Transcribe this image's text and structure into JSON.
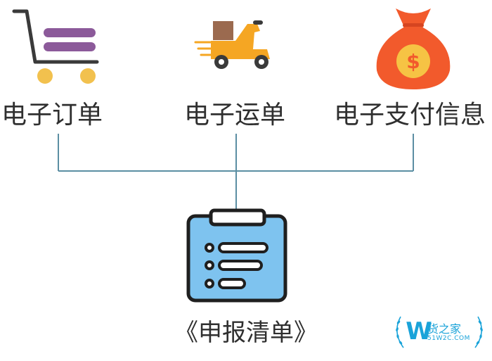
{
  "nodes": {
    "order": {
      "label": "电子订单"
    },
    "waybill": {
      "label": "电子运单"
    },
    "payment": {
      "label": "电子支付信息",
      "icon_symbol": "$"
    },
    "declaration": {
      "label": "《申报清单》"
    }
  },
  "watermark": {
    "logo_letter": "W",
    "name": "货之家",
    "site": "51W2C.COM"
  },
  "colors": {
    "line": "#5b8ea3",
    "cart_frame": "#3a3a3a",
    "cart_goods": "#8c5a9a",
    "cart_wheels": "#f2c14e",
    "scooter_body": "#f5a623",
    "scooter_box": "#9b6a4f",
    "bag": "#f25a2c",
    "coin": "#f6c344",
    "clipboard": "#7ec3ef",
    "clipboard_outline": "#1f1f1f",
    "watermark": "#1aa3d9"
  }
}
